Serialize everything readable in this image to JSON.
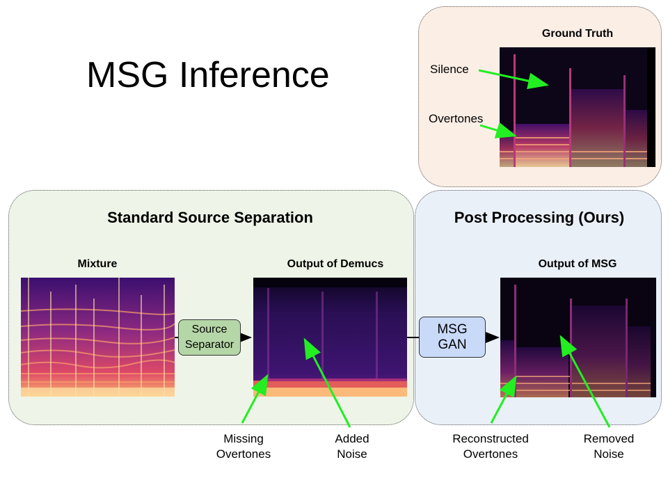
{
  "title": "MSG Inference",
  "ground_truth": {
    "label": "Ground Truth",
    "annotations": {
      "silence": "Silence",
      "overtones": "Overtones"
    }
  },
  "standard": {
    "title": "Standard Source Separation",
    "mixture_label": "Mixture",
    "separator_box": [
      "Source",
      "Separator"
    ],
    "demucs_label": "Output of Demucs",
    "annotations": {
      "missing": [
        "Missing",
        "Overtones"
      ],
      "added": [
        "Added",
        "Noise"
      ]
    }
  },
  "post": {
    "title": "Post Processing (Ours)",
    "gan_box": [
      "MSG",
      "GAN"
    ],
    "msg_label": "Output of MSG",
    "annotations": {
      "reconstructed": [
        "Reconstructed",
        "Overtones"
      ],
      "removed": [
        "Removed",
        "Noise"
      ]
    }
  },
  "colors": {
    "ground_truth_panel": "#fbeee5",
    "standard_panel": "#eef5e8",
    "post_panel": "#eaf0f8",
    "separator_box": "#b5d6a7",
    "gan_box": "#c9daf8",
    "annotation_arrow": "#22ee22"
  }
}
